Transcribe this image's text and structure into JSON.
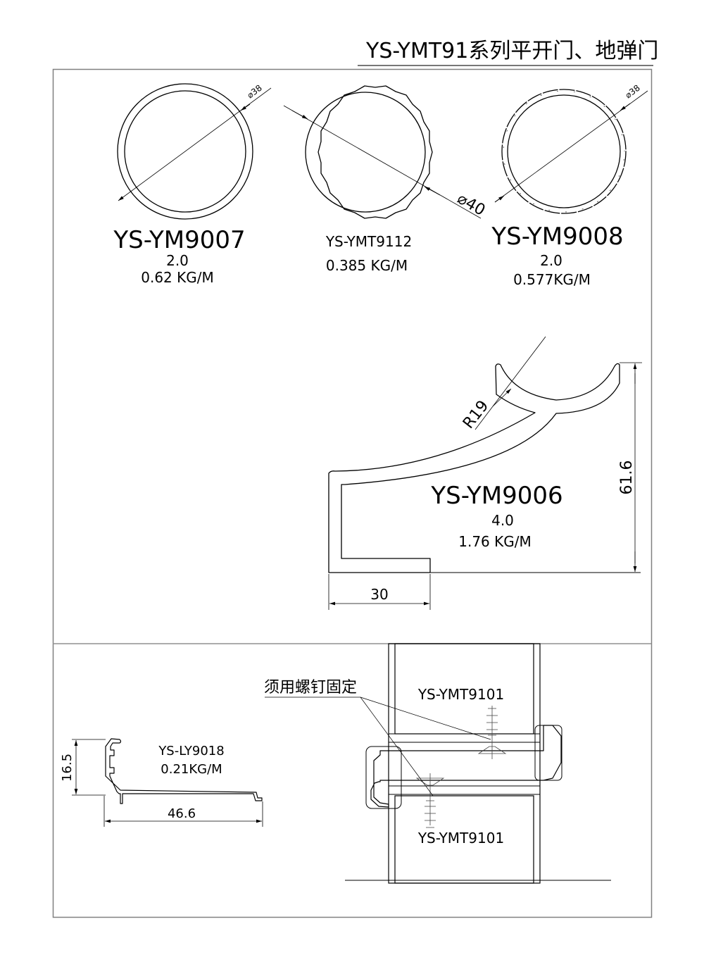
{
  "header": {
    "title": "YS-YMT91系列平开门、地弹门"
  },
  "profiles": [
    {
      "code": "YS-YM9007",
      "thickness": "2.0",
      "weight": "0.62 KG/M",
      "dimension": "⌀38"
    },
    {
      "code": "YS-YMT9112",
      "weight": "0.385 KG/M",
      "dimension": "⌀40"
    },
    {
      "code": "YS-YM9008",
      "thickness": "2.0",
      "weight": "0.577KG/M",
      "dimension": "⌀38"
    },
    {
      "code": "YS-YM9006",
      "thickness": "4.0",
      "weight": "1.76 KG/M",
      "radius": "R19",
      "height": "61.6",
      "width": "30"
    },
    {
      "code": "YS-LY9018",
      "weight": "0.21KG/M",
      "height": "16.5",
      "width": "46.6"
    }
  ],
  "assembly": {
    "note": "须用螺钉固定",
    "upper_label": "YS-YMT9101",
    "lower_label": "YS-YMT9101"
  },
  "colors": {
    "line": "#000000",
    "frame": "#808080"
  }
}
